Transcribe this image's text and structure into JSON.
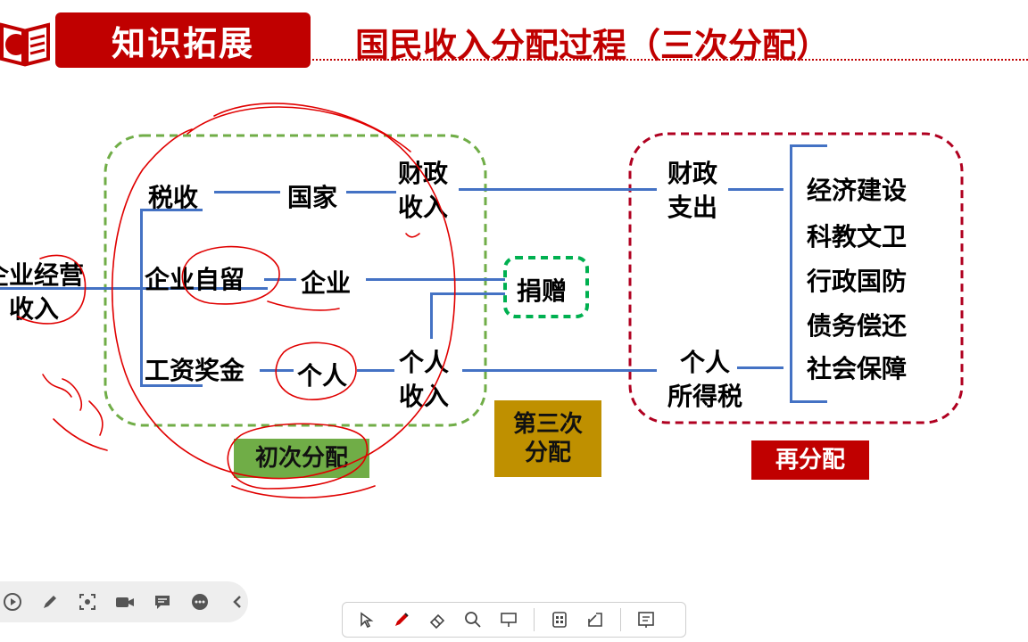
{
  "header": {
    "tag": "知识拓展",
    "title": "国民收入分配过程（三次分配）"
  },
  "left": {
    "source": [
      "企业经营",
      "收入"
    ],
    "taxes": "税收",
    "retained": "企业自留",
    "wages": "工资奖金",
    "state": "国家",
    "enterprise": "企业",
    "individual": "个人",
    "fiscal_income": [
      "财政",
      "收入"
    ],
    "personal_income": [
      "个人",
      "收入"
    ]
  },
  "middle": {
    "donation": "捐赠",
    "third": [
      "第三次",
      "分配"
    ],
    "first": "初次分配"
  },
  "right": {
    "fiscal_spending": [
      "财政",
      "支出"
    ],
    "income_tax": [
      "个人",
      "所得税"
    ],
    "items": [
      "经济建设",
      "科教文卫",
      "行政国防",
      "债务偿还",
      "社会保障"
    ],
    "redistribution": "再分配"
  },
  "colors": {
    "accent": "#c00000",
    "line": "#4472c4",
    "green": "#70ad47",
    "dash_green": "#00b050",
    "gold": "#bf9000",
    "ink": "#e00000"
  }
}
